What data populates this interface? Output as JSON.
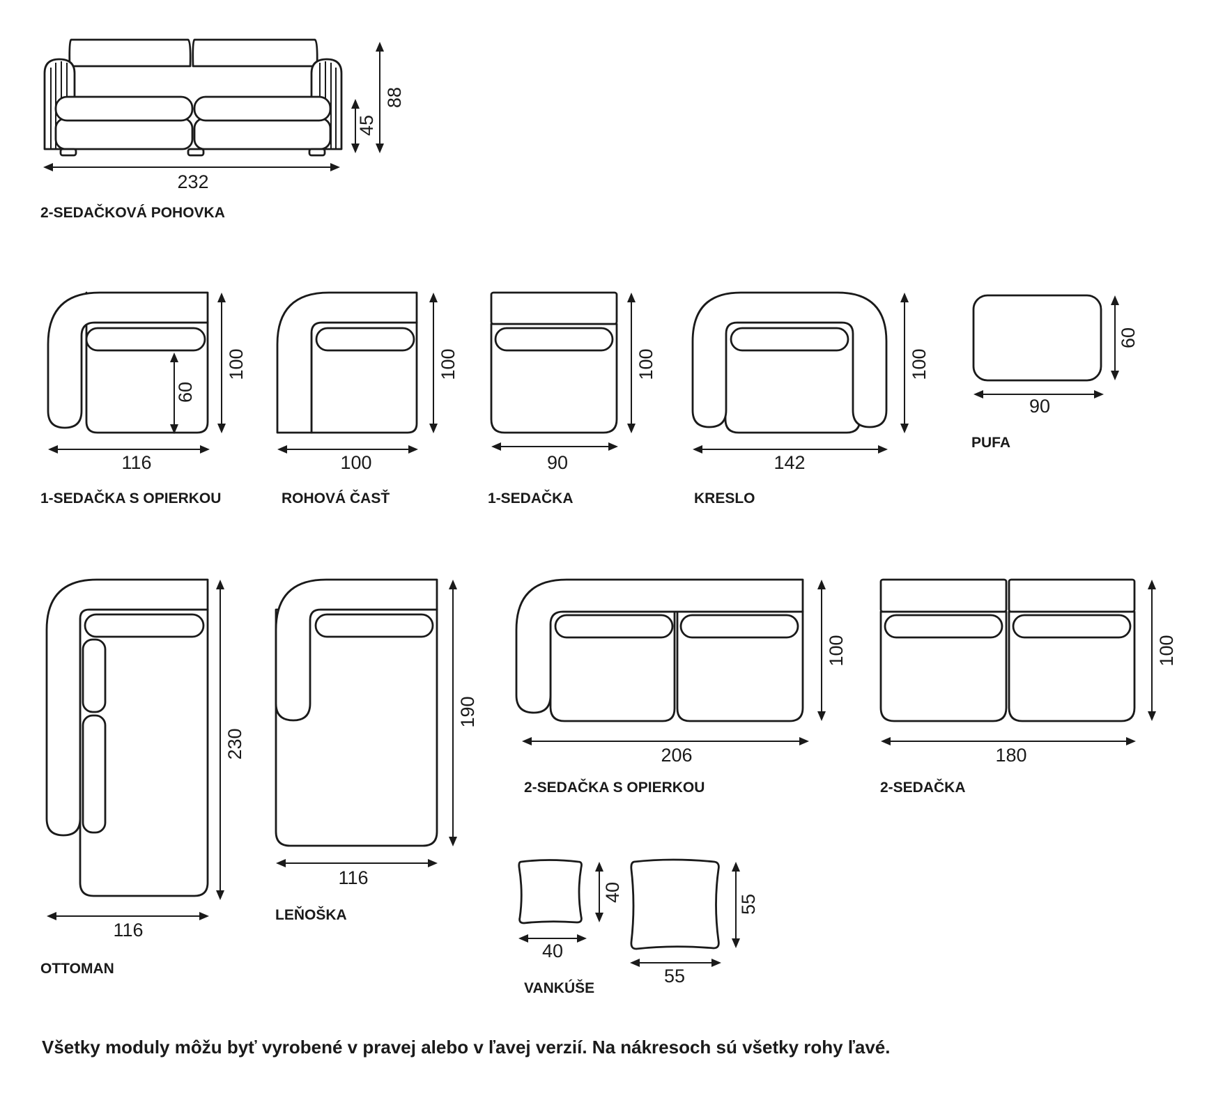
{
  "labels": {
    "sofa2": "2-SEDAČKOVÁ POHOVKA",
    "seat1_arm": "1-SEDAČKA S OPIERKOU",
    "corner": "ROHOVÁ ČASŤ",
    "seat1": "1-SEDAČKA",
    "armchair": "KRESLO",
    "pouf": "PUFA",
    "ottoman": "OTTOMAN",
    "lounger": "LEŇOŠKA",
    "seat2_arm": "2-SEDAČKA S OPIERKOU",
    "seat2": "2-SEDAČKA",
    "pillows": "VANKÚŠE"
  },
  "dims": {
    "sofa2_w": "232",
    "sofa2_h": "88",
    "sofa2_seat": "45",
    "seat1_arm_w": "116",
    "seat1_arm_d": "100",
    "seat1_arm_inner": "60",
    "corner_w": "100",
    "corner_d": "100",
    "seat1_w": "90",
    "seat1_d": "100",
    "armchair_w": "142",
    "armchair_d": "100",
    "pouf_w": "90",
    "pouf_d": "60",
    "ottoman_w": "116",
    "ottoman_d": "230",
    "lounger_w": "116",
    "lounger_d": "190",
    "seat2_arm_w": "206",
    "seat2_arm_d": "100",
    "seat2_w": "180",
    "seat2_d": "100",
    "pillow_s_w": "40",
    "pillow_s_h": "40",
    "pillow_l_w": "55",
    "pillow_l_h": "55"
  },
  "note": "Všetky moduly môžu byť vyrobené v pravej alebo v ľavej verzií. Na nákresoch sú všetky rohy ľavé."
}
